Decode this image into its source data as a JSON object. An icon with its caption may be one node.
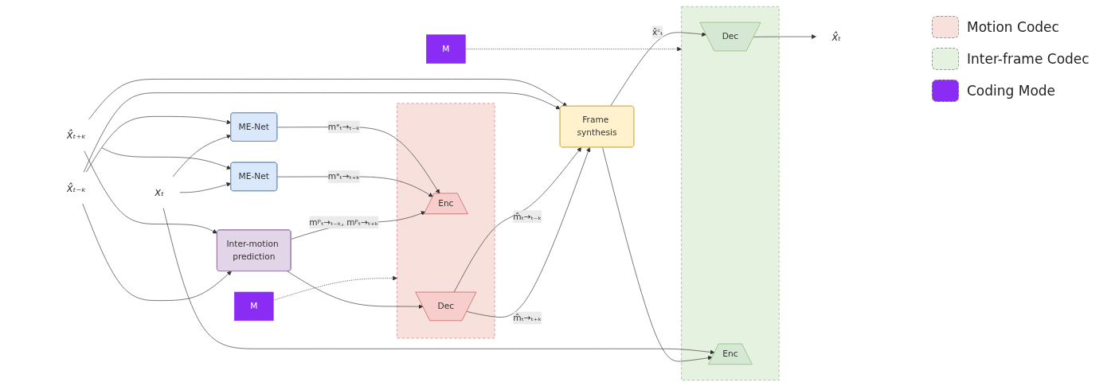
{
  "diagram": {
    "nodes": [
      {
        "text": [
          "x̂ₜ₋ₖ"
        ]
      },
      {
        "text": [
          "x̂ₜ₊ₖ"
        ]
      },
      {
        "text": [
          "Inter-motion prediction"
        ]
      },
      {
        "text": [
          "ME-Net"
        ]
      },
      {
        "text": [
          "ME-Net"
        ]
      },
      {
        "text": [],
        "shape": "box"
      },
      {
        "text": [
          "Enc"
        ],
        "in": 5
      },
      {
        "text": [
          "Dec"
        ],
        "in": 5
      },
      {
        "text": [
          "Frame synthesis"
        ]
      },
      {
        "text": [
          "x̂ₜ"
        ]
      },
      {
        "text": [],
        "shape": "box"
      },
      {
        "text": [
          "Dec"
        ],
        "in": 10
      },
      {
        "text": [
          "Enc"
        ],
        "in": 10
      },
      {
        "text": [
          "M"
        ]
      },
      {
        "text": [
          "xₜ"
        ]
      },
      {
        "text": [
          "M"
        ]
      }
    ],
    "edges": [
      {
        "from": 0,
        "to": 3,
        "arrow": "to"
      },
      {
        "from": 1,
        "to": 4,
        "arrow": "to"
      },
      {
        "from": 1,
        "to": 2,
        "arrow": "to"
      },
      {
        "from": 0,
        "to": 2,
        "arrow": "to"
      },
      {
        "from": 1,
        "to": 8,
        "arrow": "to"
      },
      {
        "from": 0,
        "to": 8,
        "arrow": "to"
      },
      {
        "from": 14,
        "to": 4,
        "arrow": "to"
      },
      {
        "from": 14,
        "to": 3,
        "arrow": "to"
      },
      {
        "from": 14,
        "to": 12,
        "arrow": "to"
      },
      {
        "from": 3,
        "to": 6,
        "arrow": "to",
        "label": "mᵉₜ→ₜ₋ₖ"
      },
      {
        "from": 4,
        "to": 6,
        "arrow": "to",
        "label": "mᵉₜ→ₜ₊ₖ"
      },
      {
        "from": 2,
        "to": 6,
        "arrow": "to",
        "label": "mᵖₜ→ₜ₋ₖ, mᵖₜ→ₜ₊ₖ"
      },
      {
        "from": 2,
        "to": 7,
        "arrow": "to"
      },
      {
        "from": 7,
        "to": 8,
        "arrow": "to",
        "label": "m̂ₜ→ₜ₋ₖ"
      },
      {
        "from": 7,
        "to": 8,
        "arrow": "to",
        "label": "m̂ₜ→ₜ₊ₖ"
      },
      {
        "from": 15,
        "to": 5,
        "arrow": "to",
        "style": "dashed"
      },
      {
        "from": 8,
        "to": 11,
        "arrow": "to",
        "label": "x̂ᶜₜ"
      },
      {
        "from": 8,
        "to": 12,
        "arrow": "to"
      },
      {
        "from": 11,
        "to": 9,
        "arrow": "to"
      },
      {
        "from": 13,
        "to": 10,
        "arrow": "to",
        "style": "dashed"
      }
    ],
    "legend": [
      {
        "text": "Motion Codec",
        "color": "#f8e0dc"
      },
      {
        "text": "Inter-frame Codec",
        "color": "#e6f2e0"
      },
      {
        "text": "Coding Mode",
        "color": "#8b2cf5"
      }
    ]
  }
}
